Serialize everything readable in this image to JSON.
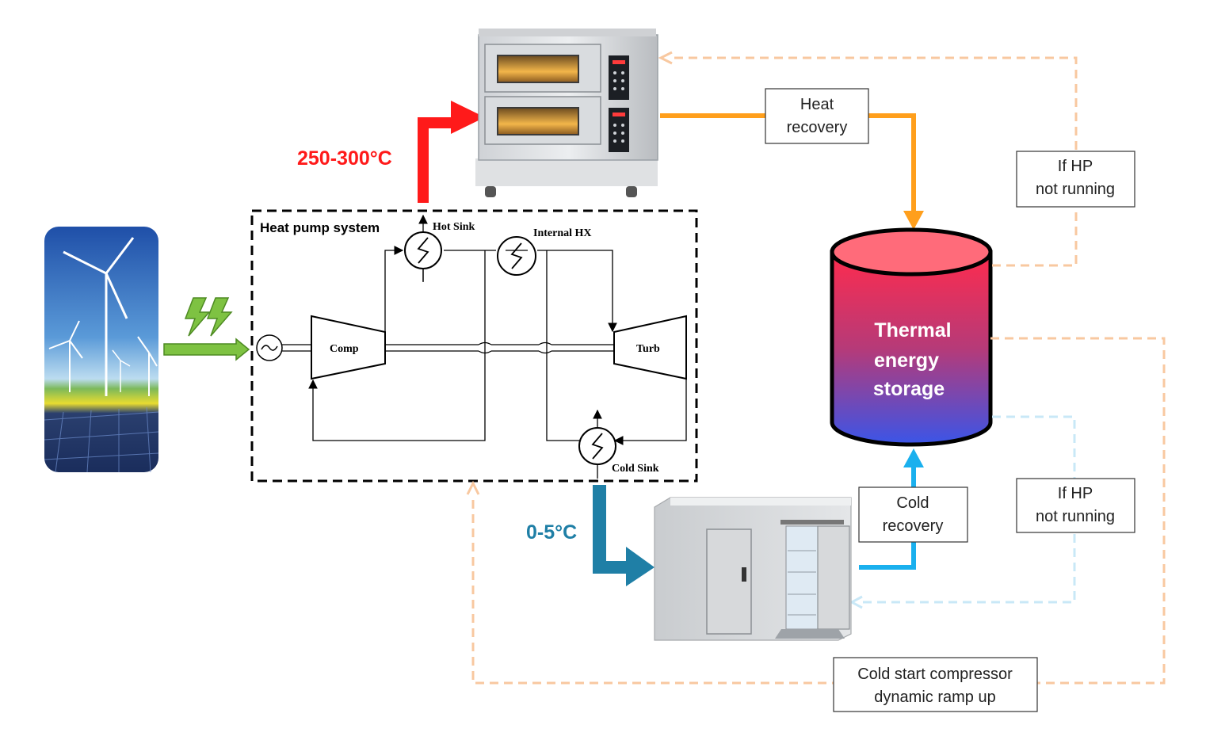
{
  "colors": {
    "hot": "#ff1a1a",
    "cold": "#1f7fa6",
    "heat_recovery": "#ff9f1c",
    "cold_recovery": "#1ab0ee",
    "dashed_orange": "#f8c8a0",
    "dashed_blue": "#c9e8f7",
    "electric": "#7ec242"
  },
  "temps": {
    "hot": "250-300°C",
    "cold": "0-5°C"
  },
  "heat_pump": {
    "title": "Heat pump system",
    "hot_sink": "Hot Sink",
    "internal_hx": "Internal HX",
    "comp": "Comp",
    "turb": "Turb",
    "cold_sink": "Cold Sink"
  },
  "boxes": {
    "heat_recovery": [
      "Heat",
      "recovery"
    ],
    "cold_recovery": [
      "Cold",
      "recovery"
    ],
    "if_hp_top": [
      "If HP",
      "not running"
    ],
    "if_hp_bottom": [
      "If HP",
      "not running"
    ],
    "cold_start": [
      "Cold start compressor",
      "dynamic ramp up"
    ]
  },
  "storage": {
    "label": [
      "Thermal",
      "energy",
      "storage"
    ]
  },
  "icons": [
    "wind-solar-image",
    "lightning-icon",
    "oven-image",
    "cold-room-image",
    "generator-icon"
  ]
}
